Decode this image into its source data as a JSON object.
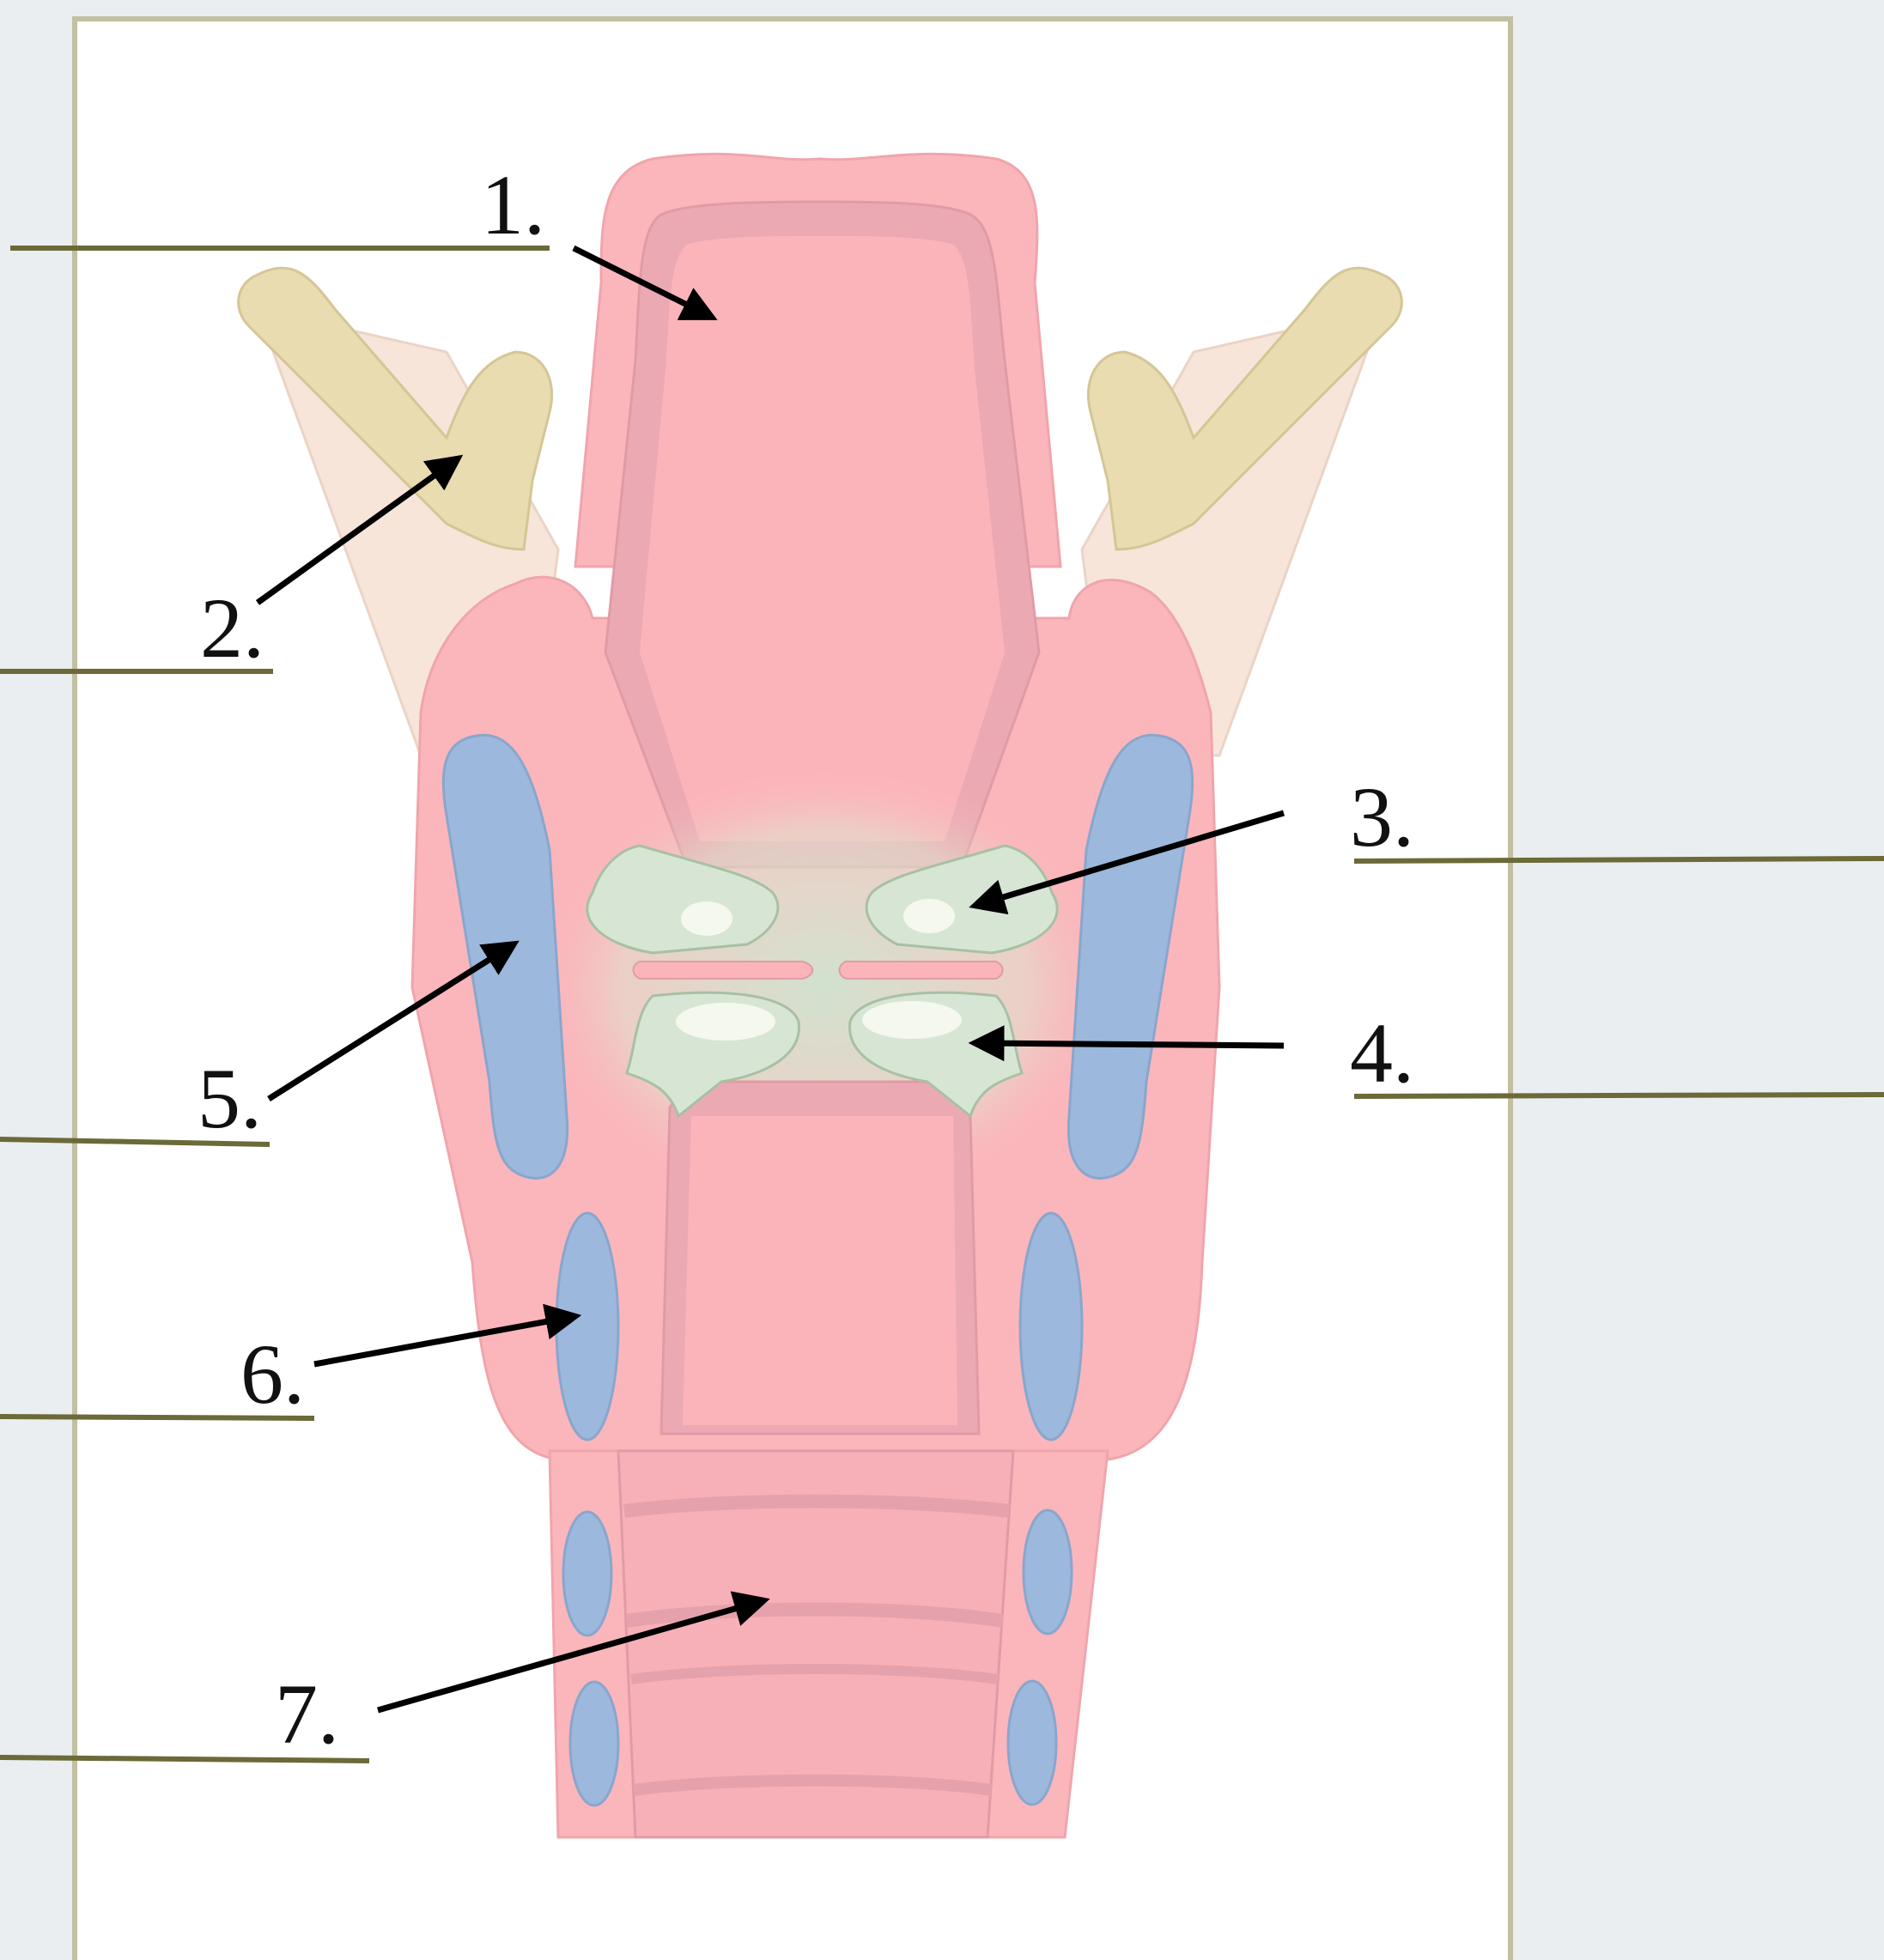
{
  "labels": [
    "1.",
    "2.",
    "3.",
    "4.",
    "5.",
    "6.",
    "7."
  ],
  "colors": {
    "background": "#eaeef0",
    "panel": "#ffffff",
    "panel_border": "#c2c0a0",
    "answer_line": "#6b6a38",
    "arrow": "#000000",
    "tissue": "#fbb6bb",
    "cartilage": "#9cb8dc",
    "bone": "#e8dcb0",
    "fold": "#d7e6d4"
  }
}
